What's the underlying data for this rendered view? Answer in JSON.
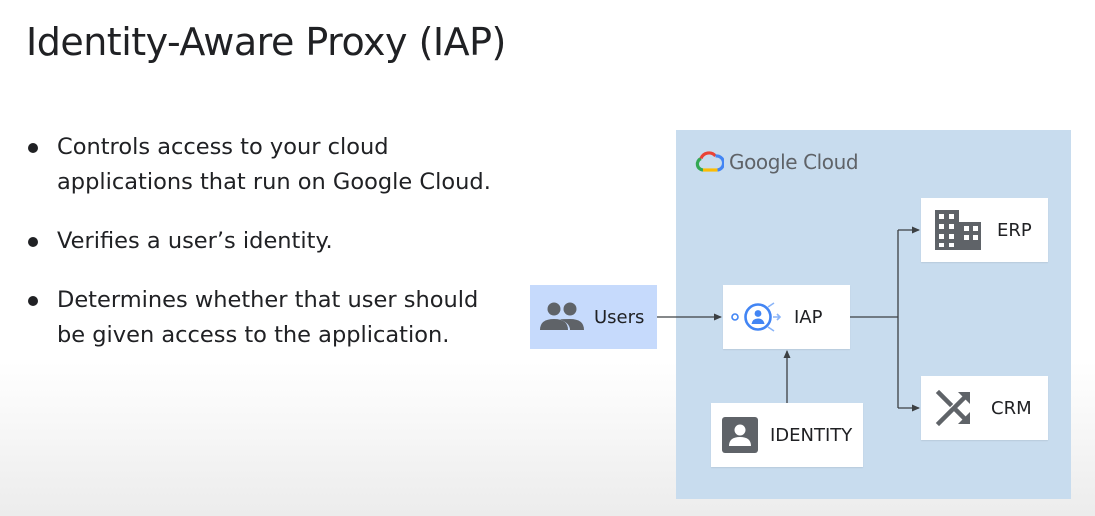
{
  "slide": {
    "title": "Identity-Aware Proxy (IAP)",
    "bullets": [
      "Controls access to your cloud applications that run on Google Cloud.",
      "Verifies a user’s identity.",
      "Determines whether that user should be given access to the application."
    ]
  },
  "diagram": {
    "brand": "Google Cloud",
    "nodes": {
      "users": "Users",
      "iap": "IAP",
      "identity": "IDENTITY",
      "erp": "ERP",
      "crm": "CRM"
    },
    "colors": {
      "panel": "#c8dcee",
      "users_box": "#c6dafc",
      "iap_blue": "#4285f4",
      "icon_gray": "#5f6368",
      "line": "#3c4043"
    },
    "icons": {
      "brand": "google-cloud-logo",
      "users": "people-icon",
      "iap": "iap-icon",
      "identity": "contact-card-icon",
      "erp": "building-icon",
      "crm": "shuffle-icon"
    }
  }
}
